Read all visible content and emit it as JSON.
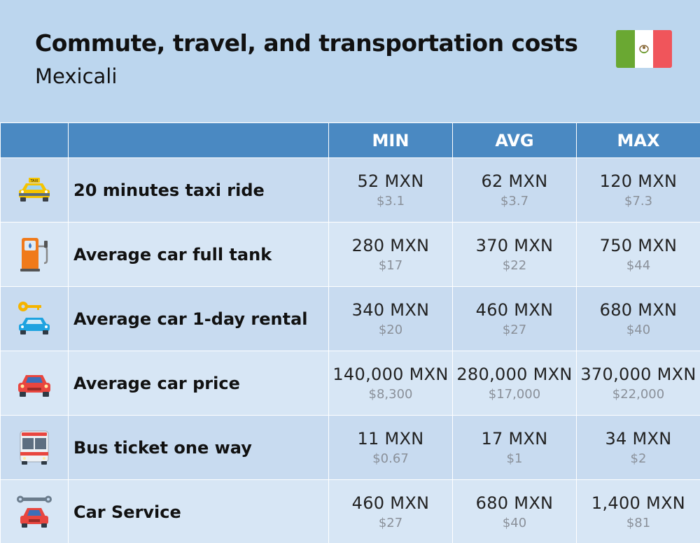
{
  "header": {
    "title": "Commute, travel, and transportation costs",
    "subtitle": "Mexicali",
    "flag_icon": "mexico-flag-icon"
  },
  "table": {
    "columns": [
      "",
      "",
      "MIN",
      "AVG",
      "MAX"
    ],
    "rows": [
      {
        "icon": "taxi-icon",
        "label": "20 minutes taxi ride",
        "min": "52 MXN",
        "min_usd": "$3.1",
        "avg": "62 MXN",
        "avg_usd": "$3.7",
        "max": "120 MXN",
        "max_usd": "$7.3"
      },
      {
        "icon": "fuel-pump-icon",
        "label": "Average car full tank",
        "min": "280 MXN",
        "min_usd": "$17",
        "avg": "370 MXN",
        "avg_usd": "$22",
        "max": "750 MXN",
        "max_usd": "$44"
      },
      {
        "icon": "car-key-icon",
        "label": "Average car 1-day rental",
        "min": "340 MXN",
        "min_usd": "$20",
        "avg": "460 MXN",
        "avg_usd": "$27",
        "max": "680 MXN",
        "max_usd": "$40"
      },
      {
        "icon": "car-icon",
        "label": "Average car price",
        "min": "140,000 MXN",
        "min_usd": "$8,300",
        "avg": "280,000 MXN",
        "avg_usd": "$17,000",
        "max": "370,000 MXN",
        "max_usd": "$22,000"
      },
      {
        "icon": "bus-icon",
        "label": "Bus ticket one way",
        "min": "11 MXN",
        "min_usd": "$0.67",
        "avg": "17 MXN",
        "avg_usd": "$1",
        "max": "34 MXN",
        "max_usd": "$2"
      },
      {
        "icon": "wrench-car-icon",
        "label": "Car Service",
        "min": "460 MXN",
        "min_usd": "$27",
        "avg": "680 MXN",
        "avg_usd": "$40",
        "max": "1,400 MXN",
        "max_usd": "$81"
      }
    ]
  },
  "colors": {
    "background": "#bcd6ee",
    "header_row": "#4a89c2",
    "row_odd": "#c8dbf0",
    "row_even": "#d7e6f5"
  }
}
